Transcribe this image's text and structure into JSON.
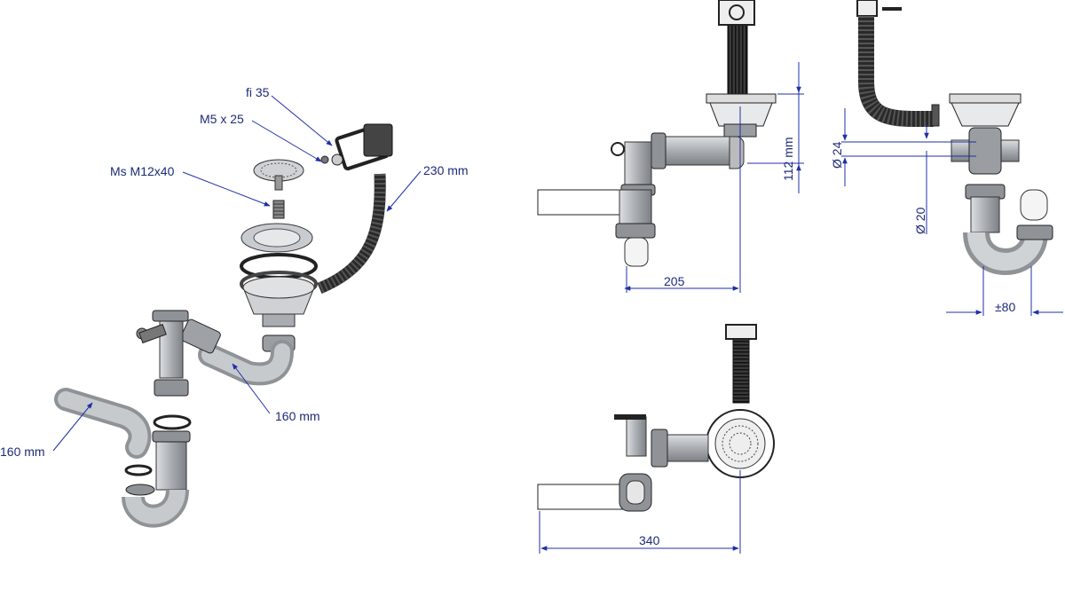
{
  "colors": {
    "dim": "#1f2fa8",
    "line": "#222222",
    "pipe": "#b9bcc0",
    "pipe_dark": "#8c9095",
    "steel": "#d7d9dc",
    "hose": "#2e2e2e",
    "label": "#1e2a78"
  },
  "exploded_view": {
    "labels": {
      "fi35": "fi 35",
      "m5x25": "M5 x 25",
      "ms_m12x40": "Ms M12x40",
      "hose_230": "230 mm",
      "pipe_160_right": "160 mm",
      "pipe_160_left": "160 mm"
    }
  },
  "side_view": {
    "dim_width": "205",
    "dim_height": "112 mm"
  },
  "front_view": {
    "dim_d24": "Ø 24",
    "dim_d20": "Ø 20",
    "dim_offset": "±80"
  },
  "top_view": {
    "dim_width": "340"
  }
}
